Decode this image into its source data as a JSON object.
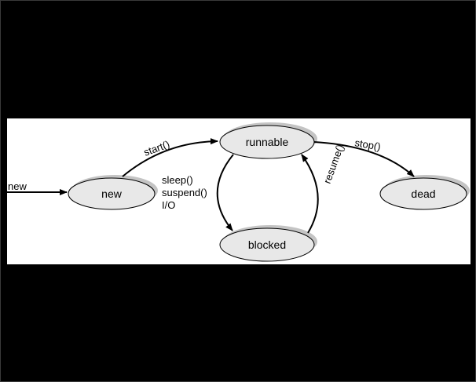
{
  "diagram": {
    "states": {
      "new": "new",
      "runnable": "runnable",
      "blocked": "blocked",
      "dead": "dead"
    },
    "transitions": {
      "entry": "new",
      "start": "start()",
      "stop": "stop()",
      "resume": "resume()",
      "block_lines": [
        "sleep()",
        "suspend()",
        "I/O"
      ]
    }
  },
  "colors": {
    "background": "#000000",
    "panel": "#ffffff",
    "node_fill": "#e8e8e8",
    "node_shadow": "#c4c4c4",
    "stroke": "#000000"
  }
}
